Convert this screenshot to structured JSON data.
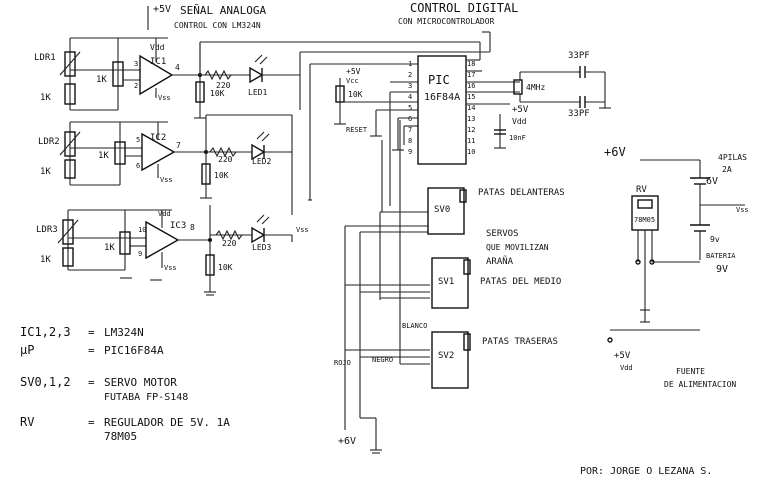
{
  "analog_section": {
    "title": "SEÑAL ANALOGA",
    "subtitle": "CONTROL CON LM324N",
    "supply_top": "+5V",
    "vdd": "Vdd",
    "vss": "Vss",
    "channels": [
      {
        "ldr": "LDR1",
        "pot": "1K",
        "res": "1K",
        "ic": "IC1",
        "out_pin": "4",
        "res_out": "220",
        "res_pd": "10K",
        "led": "LED1",
        "pins": [
          "3",
          "2"
        ]
      },
      {
        "ldr": "LDR2",
        "pot": "1K",
        "res": "1K",
        "ic": "IC2",
        "out_pin": "7",
        "res_out": "220",
        "res_pd": "10K",
        "led": "LED2",
        "pins": [
          "5",
          "6"
        ]
      },
      {
        "ldr": "LDR3",
        "pot": "1K",
        "res": "1K",
        "ic": "IC3",
        "out_pin": "8",
        "res_out": "220",
        "res_pd": "10K",
        "led": "LED3",
        "pins": [
          "10",
          "9"
        ]
      }
    ]
  },
  "digital_section": {
    "title": "CONTROL DIGITAL",
    "subtitle": "CON MICROCONTROLADOR",
    "pic_label": "PIC",
    "pic_model": "16F84A",
    "left_pins": [
      "1",
      "2",
      "3",
      "4",
      "5",
      "6",
      "7",
      "8",
      "9"
    ],
    "right_pins": [
      "18",
      "17",
      "16",
      "15",
      "14",
      "13",
      "12",
      "11",
      "10"
    ],
    "crystal": "4MHz",
    "cap1": "33PF",
    "cap2": "33PF",
    "v5_a": "+5V",
    "v5_b": "+5V",
    "vcc": "Vcc",
    "vdd": "Vdd",
    "res_10k": "10K",
    "reset": "RESET",
    "cap_small": "10nF"
  },
  "servo_section": {
    "servos": [
      "SV0",
      "SV1",
      "SV2"
    ],
    "label_front": "PATAS DELANTERAS",
    "label_middle": "PATAS DEL MEDIO",
    "label_rear": "PATAS TRASERAS",
    "servos_text": [
      "SERVOS",
      "QUE MOVILIZAN",
      "ARAÑA"
    ],
    "wire_white": "BLANCO",
    "wire_red": "ROJO",
    "wire_black": "NEGRO",
    "supply": "+6V"
  },
  "power_section": {
    "supply_6v": "+6V",
    "battery_text": [
      "4PILAS",
      "2A",
      "6V"
    ],
    "battery_9v": [
      "9v",
      "BATERIA",
      "9V"
    ],
    "regulator": "RV",
    "regulator_model": "78M05",
    "vss": "Vss",
    "out_5v": "+5V",
    "out_vdd": "Vdd",
    "title": [
      "FUENTE",
      "DE ALIMENTACION"
    ]
  },
  "legend": [
    {
      "sym": "IC1,2,3",
      "def": "LM324N"
    },
    {
      "sym": "µP",
      "def": "PIC16F84A"
    },
    {
      "sym": "SV0,1,2",
      "def": "SERVO MOTOR",
      "def2": "FUTABA FP-S148"
    },
    {
      "sym": "RV",
      "def": "REGULADOR DE 5V. 1A",
      "def2": "78M05"
    }
  ],
  "author": "POR: JORGE O LEZANA S."
}
